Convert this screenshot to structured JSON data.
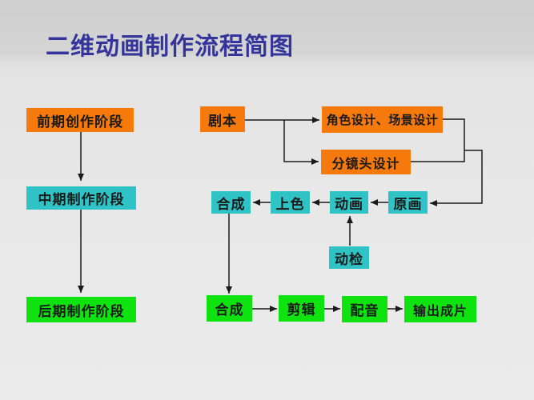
{
  "title": "二维动画制作流程简图",
  "colors": {
    "orange": "#f5790b",
    "cyan": "#30c3c6",
    "green": "#0fe30f",
    "title": "#34349b",
    "line": "#1a1a1a"
  },
  "stages": {
    "pre": "前期创作阶段",
    "mid": "中期制作阶段",
    "post": "后期制作阶段"
  },
  "nodes": {
    "script": "剧本",
    "design": "角色设计、场景设计",
    "storyboard": "分镜头设计",
    "composite_mid": "合成",
    "coloring": "上色",
    "animation": "动画",
    "keyframe": "原画",
    "motion_check": "动检",
    "composite_post": "合成",
    "editing": "剪辑",
    "dubbing": "配音",
    "output": "输出成片"
  },
  "edges": [
    {
      "from": "前期创作阶段",
      "to": "中期制作阶段"
    },
    {
      "from": "中期制作阶段",
      "to": "后期制作阶段"
    },
    {
      "from": "剧本",
      "to": "角色设计、场景设计"
    },
    {
      "from": "剧本",
      "to": "分镜头设计"
    },
    {
      "from": "角色设计、场景设计",
      "to": "原画"
    },
    {
      "from": "分镜头设计",
      "to": "原画"
    },
    {
      "from": "原画",
      "to": "动画"
    },
    {
      "from": "动画",
      "to": "上色"
    },
    {
      "from": "上色",
      "to": "合成"
    },
    {
      "from": "动检",
      "to": "动画"
    },
    {
      "from": "合成(中期)",
      "to": "合成(后期)"
    },
    {
      "from": "合成(后期)",
      "to": "剪辑"
    },
    {
      "from": "剪辑",
      "to": "配音"
    },
    {
      "from": "配音",
      "to": "输出成片"
    }
  ]
}
